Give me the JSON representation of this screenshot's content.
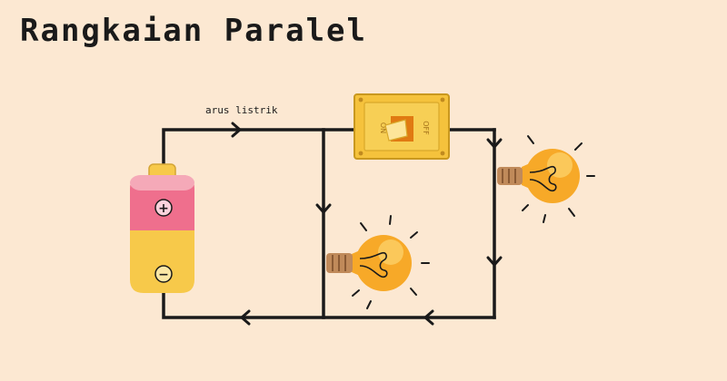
{
  "title": "Rangkaian Paralel",
  "current_label": "arus listrik",
  "battery": {
    "positive": "+",
    "negative": "−"
  },
  "switch": {
    "on": "ON",
    "off": "OFF"
  },
  "colors": {
    "background": "#fce8d2",
    "wire": "#1a1a1a",
    "battery_top": "#ef6f8d",
    "battery_bottom": "#f7c94a",
    "switch_plate": "#f5c23c",
    "bulb_glow": "#f7a928",
    "bulb_base": "#c08a5a"
  }
}
